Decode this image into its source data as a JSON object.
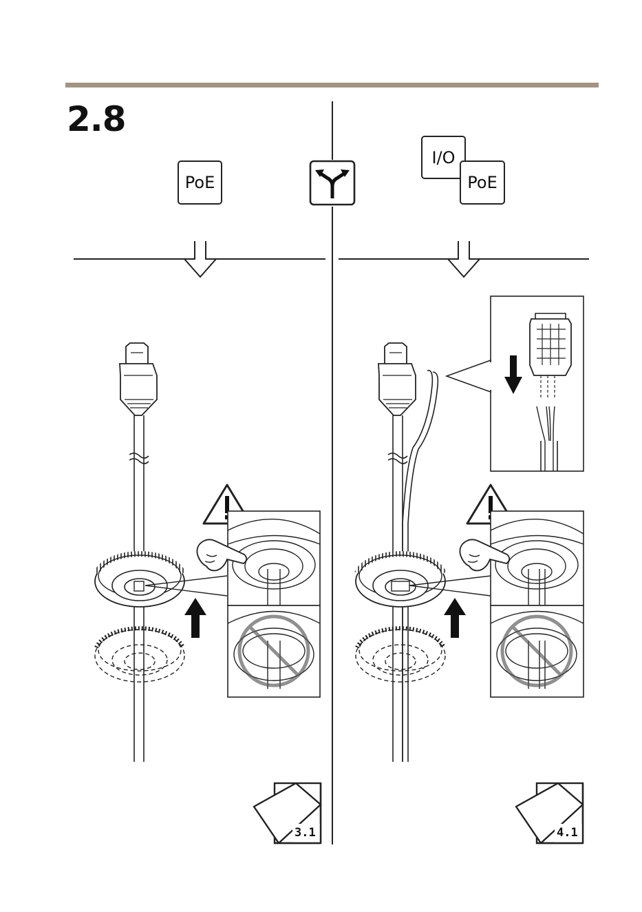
{
  "page": {
    "step_number": "2.8",
    "accent_rule_color": "#a39382"
  },
  "left_panel": {
    "badge": "PoE",
    "next_page": "3.1"
  },
  "center": {
    "choice_icon": "fork-arrows-icon"
  },
  "right_panel": {
    "badge_io": "I/O",
    "badge_poe": "PoE",
    "next_page": "4.1"
  },
  "icons": {
    "warning": "warning-triangle-icon",
    "prohibited": "prohibited-icon",
    "push_up": "arrow-up-icon",
    "page_turn": "page-turn-icon",
    "down_arrow": "hollow-down-arrow-icon"
  }
}
